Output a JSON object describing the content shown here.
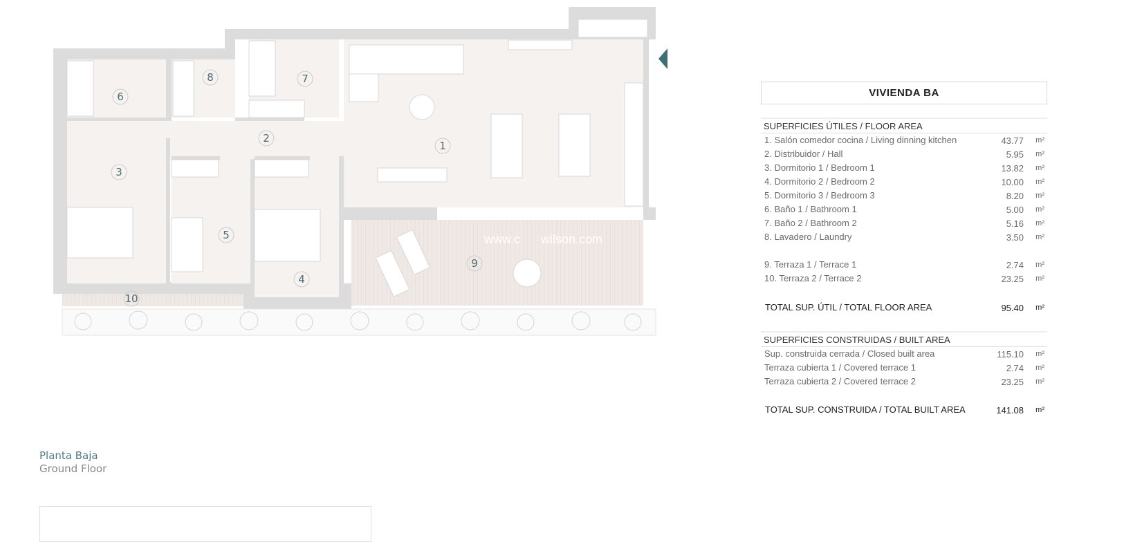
{
  "plan": {
    "room_labels": [
      "1",
      "2",
      "3",
      "4",
      "5",
      "6",
      "7",
      "8",
      "9",
      "10"
    ],
    "watermark": "www.c      wilson.com",
    "colors": {
      "wall": "#dcdcdc",
      "floor": "#f6f2ef",
      "terrace": "#efe8e4",
      "accent": "#3f6e78"
    },
    "entrance_icon": "triangle-left-icon"
  },
  "floor": {
    "name_es": "Planta Baja",
    "name_en": "Ground Floor"
  },
  "summary": {
    "title": "VIVIENDA BA",
    "floor_area": {
      "heading": "SUPERFICIES ÚTILES / FLOOR AREA",
      "rows": [
        {
          "name": "1. Salón comedor cocina / Living dinning kitchen",
          "value": "43.77",
          "unit": "m²"
        },
        {
          "name": "2. Distribuidor / Hall",
          "value": "5.95",
          "unit": "m²"
        },
        {
          "name": "3. Dormitorio 1 / Bedroom 1",
          "value": "13.82",
          "unit": "m²"
        },
        {
          "name": "4. Dormitorio 2 / Bedroom 2",
          "value": "10.00",
          "unit": "m²"
        },
        {
          "name": "5. Dormitorio 3 / Bedroom 3",
          "value": "8.20",
          "unit": "m²"
        },
        {
          "name": "6. Baño 1 / Bathroom 1",
          "value": "5.00",
          "unit": "m²"
        },
        {
          "name": "7. Baño 2 / Bathroom 2",
          "value": "5.16",
          "unit": "m²"
        },
        {
          "name": "8. Lavadero / Laundry",
          "value": "3.50",
          "unit": "m²"
        }
      ],
      "terraces": [
        {
          "name": "9. Terraza 1 / Terrace 1",
          "value": "2.74",
          "unit": "m²"
        },
        {
          "name": "10. Terraza 2 / Terrace 2",
          "value": "23.25",
          "unit": "m²"
        }
      ],
      "total": {
        "name": "TOTAL SUP. ÚTIL / TOTAL FLOOR AREA",
        "value": "95.40",
        "unit": "m²"
      }
    },
    "built_area": {
      "heading": "SUPERFICIES CONSTRUIDAS / BUILT AREA",
      "rows": [
        {
          "name": "Sup. construida cerrada / Closed built area",
          "value": "115.10",
          "unit": "m²"
        },
        {
          "name": "Terraza cubierta 1 / Covered terrace 1",
          "value": "2.74",
          "unit": "m²"
        },
        {
          "name": "Terraza cubierta 2 / Covered terrace 2",
          "value": "23.25",
          "unit": "m²"
        }
      ],
      "total": {
        "name": "TOTAL SUP. CONSTRUIDA /  TOTAL BUILT AREA",
        "value": "141.08",
        "unit": "m²"
      }
    }
  }
}
